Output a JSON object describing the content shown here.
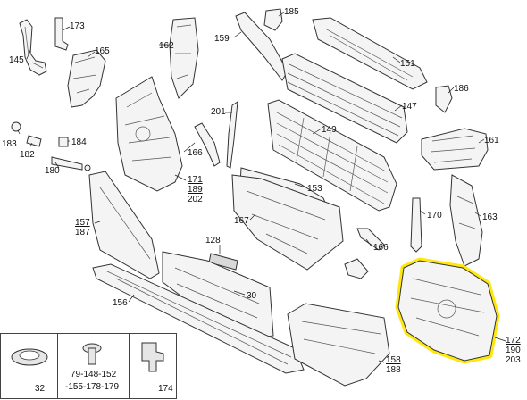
{
  "colors": {
    "highlight": "#ffe600",
    "outline": "#333333"
  },
  "callouts": {
    "c145": "145",
    "c173": "173",
    "c165": "165",
    "c162": "162",
    "c159": "159",
    "c185": "185",
    "c151": "151",
    "c186": "186",
    "c147": "147",
    "c201": "201",
    "c149": "149",
    "c161": "161",
    "c183": "183",
    "c182": "182",
    "c184": "184",
    "c180": "180",
    "c166a": "166",
    "c171": "171",
    "c189": "189",
    "c202": "202",
    "c153": "153",
    "c170": "170",
    "c163": "163",
    "c157": "157",
    "c187": "187",
    "c167": "167",
    "c128": "128",
    "c166b": "166",
    "c156": "156",
    "c30": "30",
    "c172": "172",
    "c190": "190",
    "c203": "203",
    "c158": "158",
    "c188": "188"
  },
  "insets": {
    "grommet": "32",
    "bolt_line1": "79-148-152",
    "bolt_line2": "-155-178-179",
    "clip": "174"
  }
}
